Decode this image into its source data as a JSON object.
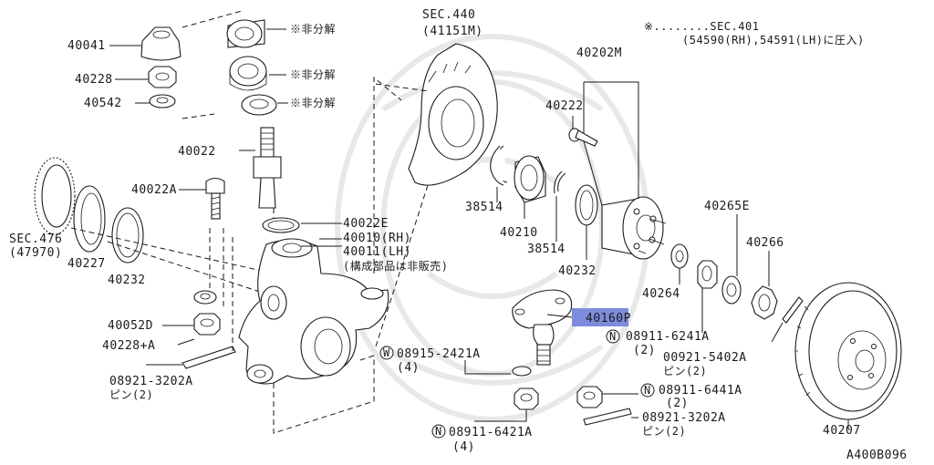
{
  "highlight_color": "#6f7fd8",
  "labels": {
    "p40041": "40041",
    "p40228": "40228",
    "p40542": "40542",
    "p40022": "40022",
    "p40022a": "40022A",
    "sec476": "SEC.476",
    "sec476_sub": "(47970)",
    "p40227": "40227",
    "p40232_left": "40232",
    "p40052d": "40052D",
    "p40228a": "40228+A",
    "p08921_3202a_left": "08921-3202A",
    "pin2_left": "ピン(2)",
    "nonsplit1": "※非分解",
    "nonsplit2": "※非分解",
    "nonsplit3": "※非分解",
    "p40022e": "40022E",
    "p40010": "40010(RH)",
    "p40011": "40011(LH)",
    "kosei_note": "(構成部品は非販売)",
    "w_mark": "W",
    "p08915": "08915-2421A",
    "qty4_w": "(4)",
    "n_mark_a": "N",
    "p08911_6421a": "08911-6421A",
    "qty4_n": "(4)",
    "sec440": "SEC.440",
    "sec440_sub": "(41151M)",
    "p38514_top": "38514",
    "p40210": "40210",
    "p38514_bottom": "38514",
    "p40232_right": "40232",
    "p40160p": "40160P",
    "n_mark_b": "N",
    "p08911_6241a": "08911-6241A",
    "qty2_b": "(2)",
    "note_star": "※........SEC.401",
    "note_parts": "(54590(RH),54591(LH)に圧入)",
    "p40202m": "40202M",
    "p40222": "40222",
    "p40265e": "40265E",
    "p40266": "40266",
    "p40264": "40264",
    "p00921": "00921-5402A",
    "pin2_c": "ピン(2)",
    "n_mark_c": "N",
    "p08911_6441a": "08911-6441A",
    "qty2_c": "(2)",
    "p08921_3202a_right": "08921-3202A",
    "pin2_right": "ピン(2)",
    "p40207": "40207",
    "ref": "A400B096"
  }
}
